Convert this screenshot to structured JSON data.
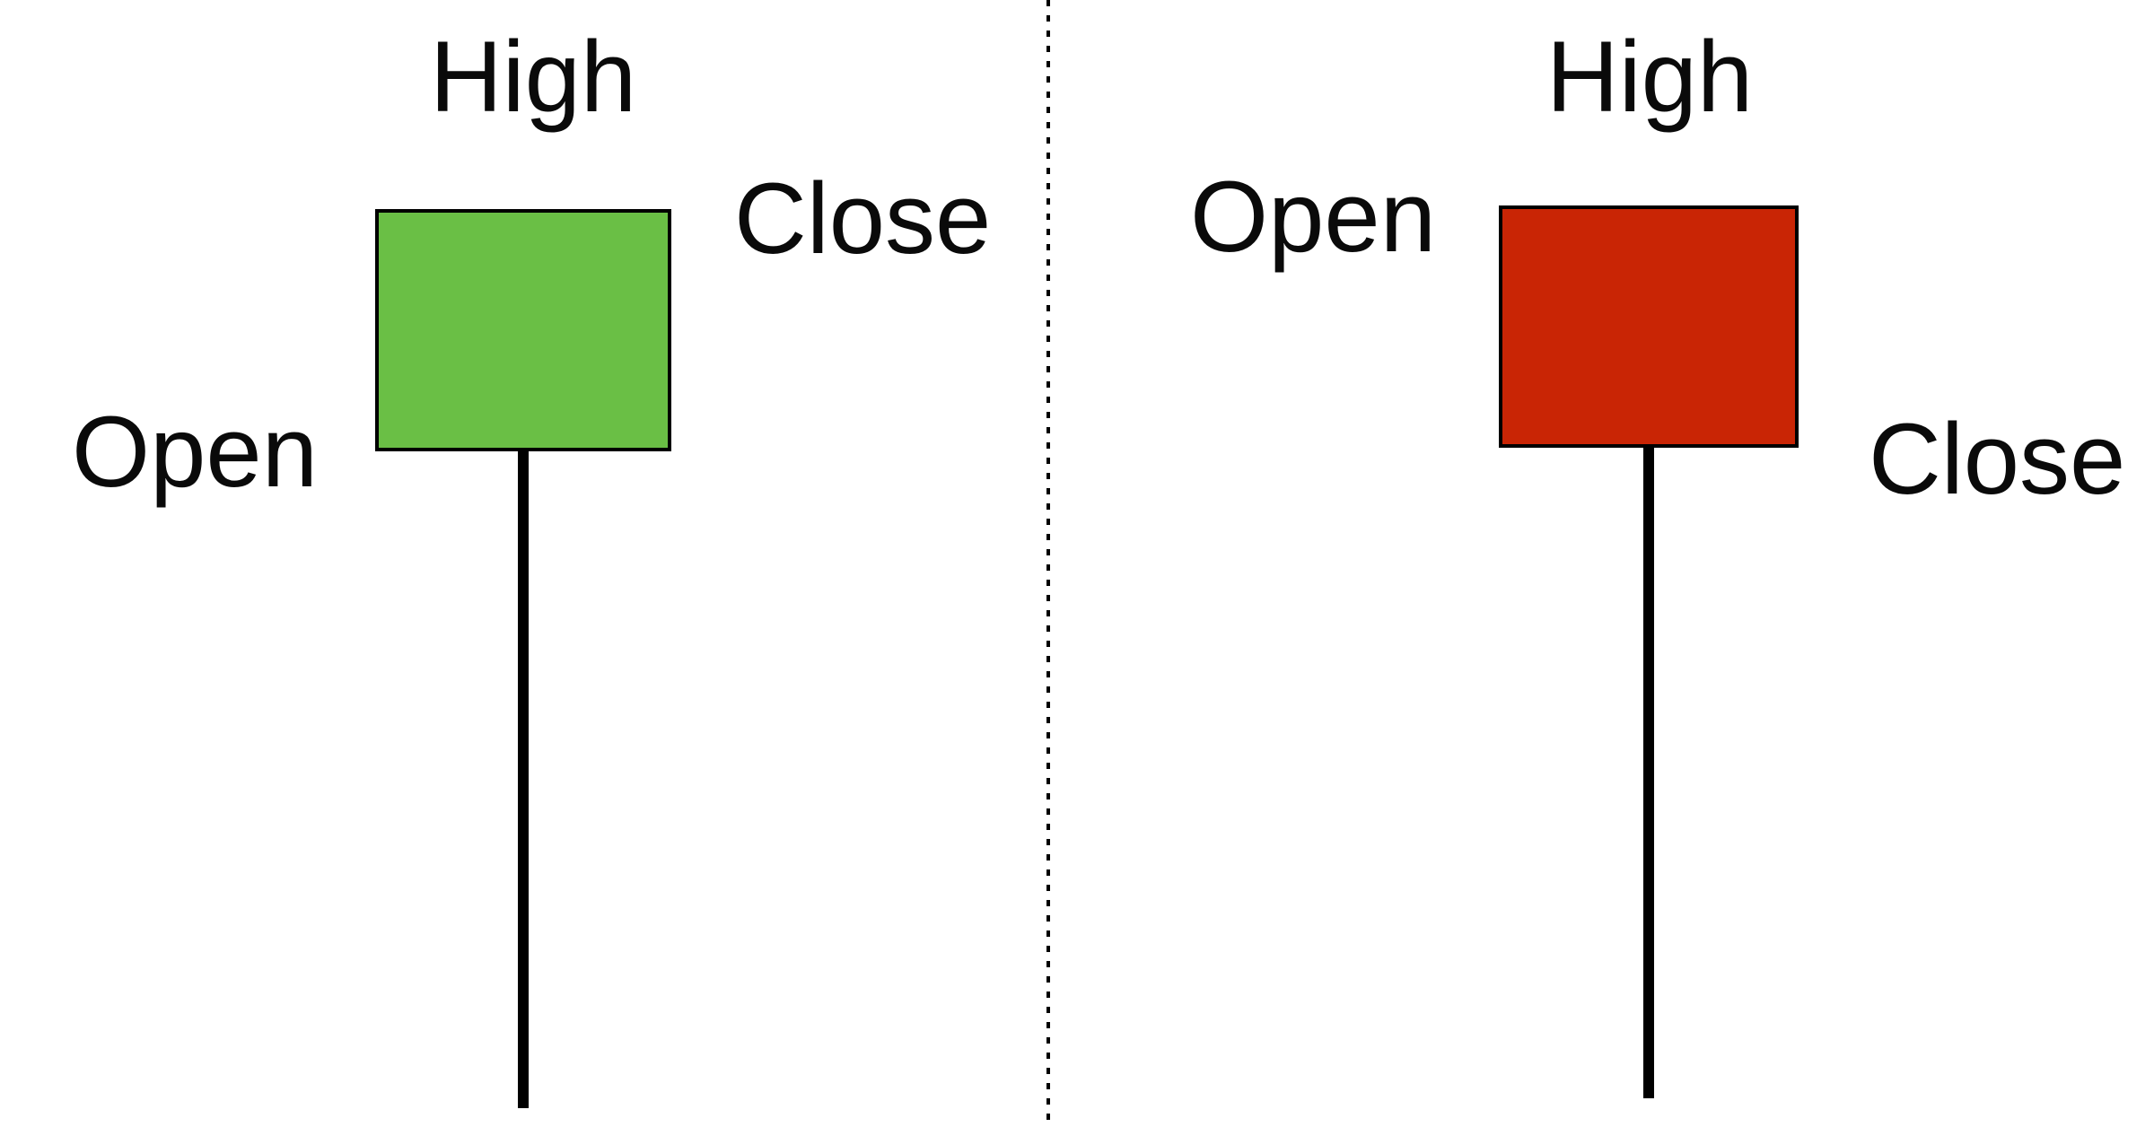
{
  "page": {
    "background_color": "#ffffff",
    "text_color": "#0a0a0a",
    "divider": {
      "style": "dotted-vertical-line",
      "color": "#000000"
    }
  },
  "left_candle": {
    "high_label": "High",
    "close_label": "Close",
    "open_label": "Open",
    "body_color": "#6abf45",
    "outline_color": "#000000",
    "wick_color": "#000000"
  },
  "right_candle": {
    "high_label": "High",
    "open_label": "Open",
    "close_label": "Close",
    "body_color": "#c92505",
    "outline_color": "#000000",
    "wick_color": "#000000"
  }
}
